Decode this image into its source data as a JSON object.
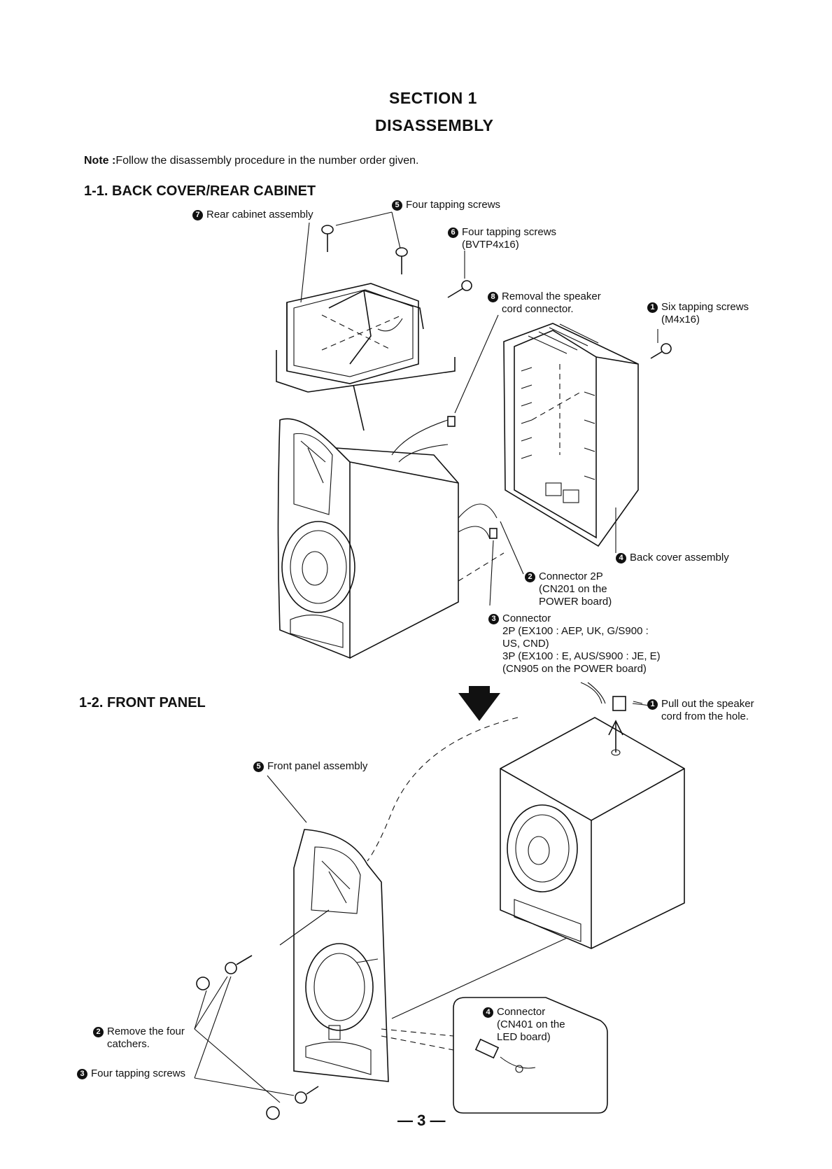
{
  "header": {
    "section": "SECTION 1",
    "subtitle": "DISASSEMBLY"
  },
  "note": {
    "prefix": "Note :",
    "text": "Follow the disassembly procedure in the number order given."
  },
  "sec1": {
    "heading": "1-1.  BACK COVER/REAR CABINET",
    "labels": {
      "n5_num": "5",
      "n5": "Four tapping screws",
      "n7_num": "7",
      "n7": "Rear cabinet assembly",
      "n6_num": "6",
      "n6": "Four tapping screws",
      "n6b": "(BVTP4x16)",
      "n8_num": "8",
      "n8": "Removal the speaker",
      "n8b": "cord connector.",
      "n1_num": "1",
      "n1": "Six tapping screws",
      "n1b": "(M4x16)",
      "n4_num": "4",
      "n4": "Back cover assembly",
      "n2_num": "2",
      "n2": "Connector 2P",
      "n2b": "(CN201 on the",
      "n2c": "POWER board)",
      "n3_num": "3",
      "n3": "Connector",
      "n3b": "2P (EX100 : AEP, UK, G/S900 :",
      "n3c": "US, CND)",
      "n3d": "3P (EX100 : E, AUS/S900 : JE, E)",
      "n3e": "(CN905 on the POWER board)"
    }
  },
  "sec2": {
    "heading": "1-2.  FRONT PANEL",
    "labels": {
      "p1_num": "1",
      "p1": "Pull out the speaker",
      "p1b": "cord from the hole.",
      "p5_num": "5",
      "p5": "Front panel assembly",
      "p4_num": "4",
      "p4": "Connector",
      "p4b": "(CN401 on the",
      "p4c": "LED board)",
      "p2_num": "2",
      "p2": "Remove the four",
      "p2b": "catchers.",
      "p3_num": "3",
      "p3": "Four tapping screws"
    }
  },
  "page_number": "— 3 —"
}
